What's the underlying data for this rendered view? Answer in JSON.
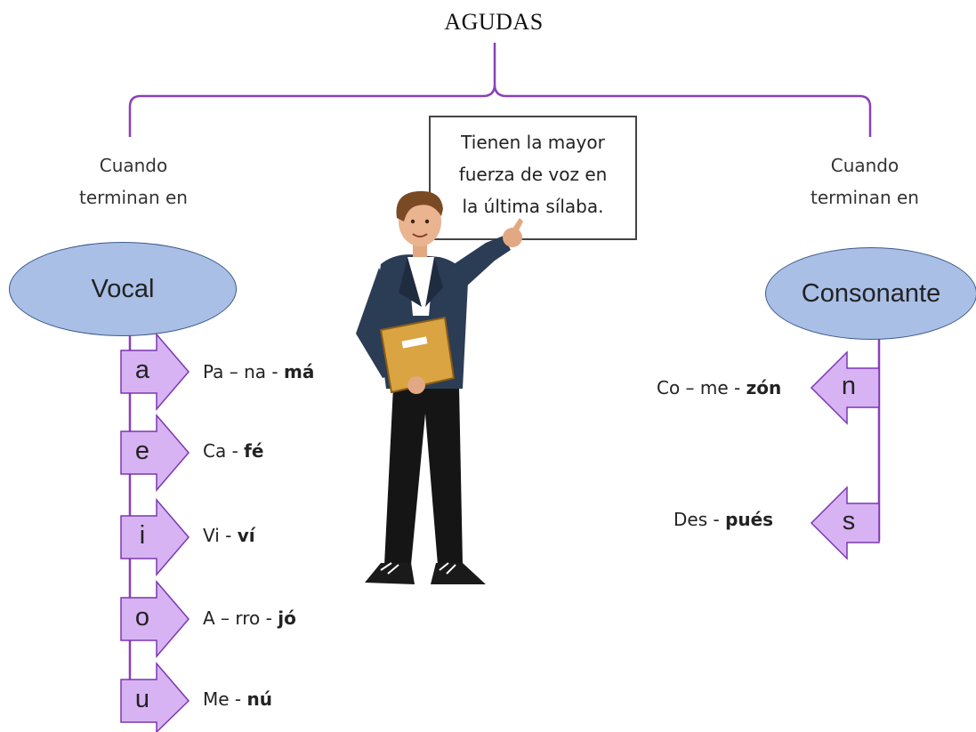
{
  "title": "AGUDAS",
  "left_condition": [
    "Cuando",
    "terminan en"
  ],
  "right_condition": [
    "Cuando",
    "terminan en"
  ],
  "note": [
    "Tienen la mayor",
    "fuerza de voz en",
    "la última sílaba."
  ],
  "vocal": {
    "label": "Vocal",
    "items": [
      {
        "letter": "a",
        "parts": [
          "Pa – na - "
        ],
        "stressed": "má"
      },
      {
        "letter": "e",
        "parts": [
          "Ca - "
        ],
        "stressed": "fé"
      },
      {
        "letter": "i",
        "parts": [
          "Vi - "
        ],
        "stressed": "ví"
      },
      {
        "letter": "o",
        "parts": [
          "A – rro - "
        ],
        "stressed": "jó"
      },
      {
        "letter": "u",
        "parts": [
          "Me - "
        ],
        "stressed": "nú"
      }
    ]
  },
  "consonante": {
    "label": "Consonante",
    "items": [
      {
        "letter": "n",
        "parts": [
          "Co – me - "
        ],
        "stressed": "zón"
      },
      {
        "letter": "s",
        "parts": [
          "Des - "
        ],
        "stressed": "pués"
      }
    ]
  },
  "colors": {
    "bracket": "#8a3fb8",
    "arrow_fill": "#d7b3f3",
    "arrow_stroke": "#7b37b0",
    "ellipse_fill": "#a9bfe6"
  }
}
